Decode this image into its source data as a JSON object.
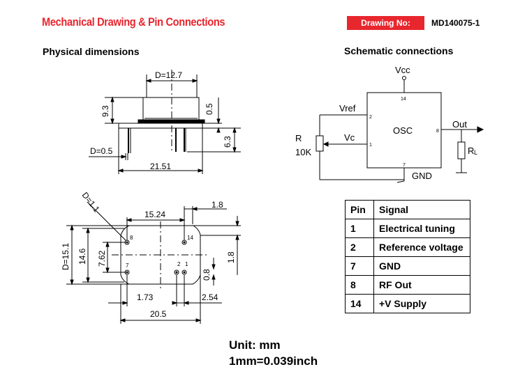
{
  "header": {
    "title": "Mechanical Drawing & Pin Connections",
    "drawing_no_label": "Drawing No:",
    "drawing_no_value": "MD140075-1"
  },
  "physical": {
    "heading": "Physical dimensions",
    "side_view": {
      "width_top": "D=12.7",
      "height": "9.3",
      "base_thickness": "0.5",
      "pin_length": "6.3",
      "pin_diameter": "D=0.5",
      "overall_length": "21.51"
    },
    "top_view": {
      "corner_radius": "D=1.1",
      "pin_spacing_x": "15.24",
      "pin14_offset": "1.8",
      "overall_height": "D=15.1",
      "body_height": "14.6",
      "pin_spacing_y": "7.62",
      "edge_offset": "1.8",
      "pin_row_offset": "0.8",
      "pin_dx_left": "1.73",
      "pin_dx_right": "2.54",
      "overall_width": "20.5",
      "pins": [
        "8",
        "14",
        "7",
        "2",
        "1"
      ]
    }
  },
  "schematic": {
    "heading": "Schematic connections",
    "vcc": "Vcc",
    "vref": "Vref",
    "vc": "Vc",
    "osc": "OSC",
    "out": "Out",
    "gnd": "GND",
    "resistor_r": "R",
    "resistor_value": "10K",
    "load_r": "R",
    "load_sub": "L",
    "pin_numbers": {
      "p14": "14",
      "p2": "2",
      "p1": "1",
      "p8": "8",
      "p7": "7"
    }
  },
  "pin_table": {
    "headers": [
      "Pin",
      "Signal"
    ],
    "rows": [
      {
        "pin": "1",
        "signal": "Electrical tuning"
      },
      {
        "pin": "2",
        "signal": "Reference voltage"
      },
      {
        "pin": "7",
        "signal": "GND"
      },
      {
        "pin": "8",
        "signal": "RF Out"
      },
      {
        "pin": "14",
        "signal": "+V Supply"
      }
    ]
  },
  "units": {
    "line1": "Unit: mm",
    "line2": "1mm=0.039inch"
  },
  "colors": {
    "accent": "#e8262e"
  }
}
